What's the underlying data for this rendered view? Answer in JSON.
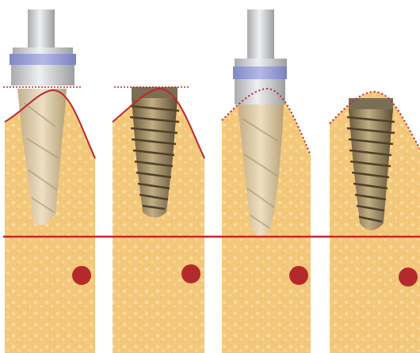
{
  "figure": {
    "panels": [
      {
        "instrument": "drill",
        "crest_line": "solid",
        "crest_reference": "dotted-horizontal",
        "has_handpiece": true
      },
      {
        "instrument": "implant",
        "crest_line": "solid",
        "crest_reference": "dotted-horizontal",
        "has_handpiece": false
      },
      {
        "instrument": "drill",
        "crest_line": "dotted",
        "crest_reference": "none",
        "has_handpiece": true
      },
      {
        "instrument": "implant",
        "crest_line": "dotted",
        "crest_reference": "none",
        "has_handpiece": false
      }
    ],
    "colors": {
      "bone": "#f4c87a",
      "bone_speckle": "#f8dca2",
      "crest_line": "#c0262b",
      "depth_line": "#c8262b",
      "nerve_canal": "#b42a2a",
      "drill": "#d8c6a0",
      "implant": "#8a7652",
      "handpiece": "#cfd1d3",
      "collar_band": "#9aa0d6"
    }
  }
}
